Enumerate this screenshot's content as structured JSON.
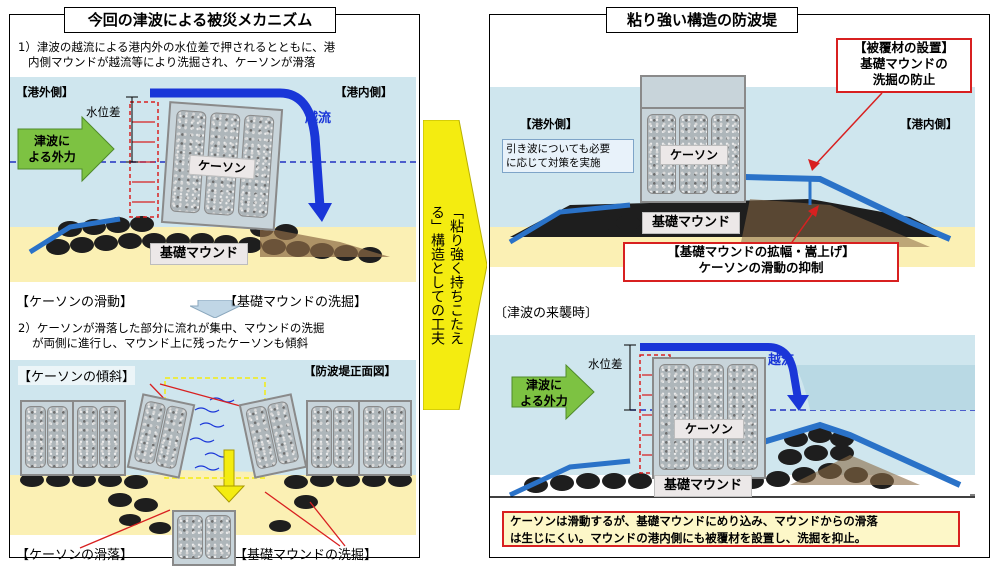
{
  "left_panel": {
    "title": "今回の津波による被災メカニズム",
    "desc1_line1": "1）津波の越流による港内外の水位差で押されるとともに、港",
    "desc1_line2": "内側マウンドが越流等により洗掘され、ケーソンが滑落",
    "outer_harbor": "【港外側】",
    "inner_harbor": "【港内側】",
    "water_level_diff": "水位差",
    "overflow": "越流",
    "tsunami_force_1": "津波に",
    "tsunami_force_2": "よる外力",
    "caisson": "ケーソン",
    "mound": "基礎マウンド",
    "caisson_slide": "【ケーソンの滑動】",
    "mound_scour": "【基礎マウンドの洗掘】",
    "desc2_line1": "2）ケーソンが滑落した部分に流れが集中、マウンドの洗掘",
    "desc2_line2": "が両側に進行し、マウンド上に残ったケーソンも傾斜",
    "caisson_tilt": "【ケーソンの傾斜】",
    "front_view": "【防波堤正面図】",
    "caisson_fall": "【ケーソンの滑落】",
    "mound_scour2": "【基礎マウンドの洗掘】"
  },
  "middle_arrow": {
    "col1": "「粘り強く持ちこたえ",
    "col2": "る」構造としての工夫"
  },
  "right_panel": {
    "title": "粘り強い構造の防波堤",
    "cover_line1": "【被覆材の設置】",
    "cover_line2": "基礎マウンドの",
    "cover_line3": "洗掘の防止",
    "outer_harbor": "【港外側】",
    "inner_harbor": "【港内側】",
    "backwash_line1": "引き波についても必要",
    "backwash_line2": "に応じて対策を実施",
    "caisson": "ケーソン",
    "mound": "基礎マウンド",
    "widen_line1": "【基礎マウンドの拡幅・嵩上げ】",
    "widen_line2": "ケーソンの滑動の抑制",
    "tsunami_arrival": "〔津波の来襲時〕",
    "water_level_diff": "水位差",
    "overflow": "越流",
    "tsunami_force_1": "津波に",
    "tsunami_force_2": "よる外力",
    "caisson2": "ケーソン",
    "mound2": "基礎マウンド",
    "bottom_note_line1": "ケーソンは滑動するが、基礎マウンドにめり込み、マウンドからの滑落",
    "bottom_note_line2": "は生じにくい。マウンドの港内側にも被覆材を設置し、洗掘を抑止。"
  },
  "colors": {
    "sea": "#cfe6ee",
    "sand": "#fbf0b4",
    "overflow_arrow": "#1a36d8",
    "force_arrow": "#7dc242",
    "highlight_arrow": "#f4ec10",
    "callout_red": "#d82020"
  }
}
